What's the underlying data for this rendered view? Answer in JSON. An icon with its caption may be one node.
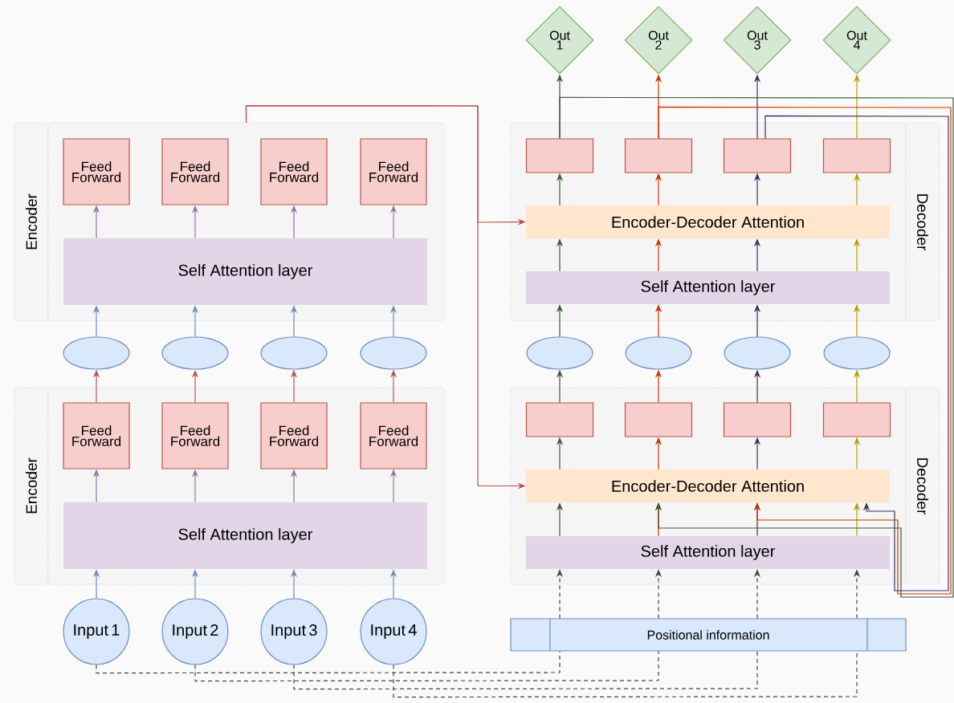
{
  "diagram": {
    "nodes": [
      {
        "text": [
          "Encoder"
        ]
      },
      {
        "text": [],
        "shape": "box"
      },
      {
        "text": [
          "Feed Forward"
        ],
        "in": 1
      },
      {
        "text": [
          "Feed Forward"
        ],
        "in": 1
      },
      {
        "text": [
          "Feed Forward"
        ],
        "in": 1
      },
      {
        "text": [
          "Feed Forward"
        ],
        "in": 1
      },
      {
        "text": [
          "Self Attention layer"
        ],
        "in": 1
      },
      {
        "text": [],
        "shape": "ellipse"
      },
      {
        "text": [],
        "shape": "ellipse"
      },
      {
        "text": [],
        "shape": "ellipse"
      },
      {
        "text": [],
        "shape": "ellipse"
      },
      {
        "text": [
          "Encoder"
        ]
      },
      {
        "text": [],
        "shape": "box"
      },
      {
        "text": [
          "Feed Forward"
        ],
        "in": 12
      },
      {
        "text": [
          "Feed Forward"
        ],
        "in": 12
      },
      {
        "text": [
          "Feed Forward"
        ],
        "in": 12
      },
      {
        "text": [
          "Feed Forward"
        ],
        "in": 12
      },
      {
        "text": [
          "Self Attention layer"
        ],
        "in": 12
      },
      {
        "text": [
          "Input 1"
        ]
      },
      {
        "text": [
          "Input 2"
        ]
      },
      {
        "text": [
          "Input 3"
        ]
      },
      {
        "text": [
          "Input 4"
        ]
      },
      {
        "text": [
          "Out 1"
        ]
      },
      {
        "text": [
          "Out 2"
        ]
      },
      {
        "text": [
          "Out 3"
        ]
      },
      {
        "text": [
          "Out 4"
        ]
      },
      {
        "text": [],
        "shape": "box"
      },
      {
        "text": [
          "Decoder"
        ]
      },
      {
        "text": [],
        "shape": "box",
        "in": 26
      },
      {
        "text": [],
        "shape": "box",
        "in": 26
      },
      {
        "text": [],
        "shape": "box",
        "in": 26
      },
      {
        "text": [],
        "shape": "box",
        "in": 26
      },
      {
        "text": [
          "Encoder-Decoder Attention"
        ],
        "in": 26
      },
      {
        "text": [
          "Self Attention layer"
        ],
        "in": 26
      },
      {
        "text": [],
        "shape": "ellipse"
      },
      {
        "text": [],
        "shape": "ellipse"
      },
      {
        "text": [],
        "shape": "ellipse"
      },
      {
        "text": [],
        "shape": "ellipse"
      },
      {
        "text": [],
        "shape": "box"
      },
      {
        "text": [
          "Decoder"
        ]
      },
      {
        "text": [],
        "shape": "box",
        "in": 38
      },
      {
        "text": [],
        "shape": "box",
        "in": 38
      },
      {
        "text": [],
        "shape": "box",
        "in": 38
      },
      {
        "text": [],
        "shape": "box",
        "in": 38
      },
      {
        "text": [
          "Encoder-Decoder Attention"
        ],
        "in": 38
      },
      {
        "text": [
          "Self Attention layer"
        ],
        "in": 38
      },
      {
        "text": [
          "Positional information"
        ]
      }
    ],
    "edges": [
      {
        "from": 18,
        "to": 17,
        "arrow": "to",
        "color": "#6c8ebf"
      },
      {
        "from": 19,
        "to": 17,
        "arrow": "to",
        "color": "#6c8ebf"
      },
      {
        "from": 20,
        "to": 17,
        "arrow": "to",
        "color": "#6c8ebf"
      },
      {
        "from": 21,
        "to": 17,
        "arrow": "to",
        "color": "#6c8ebf"
      },
      {
        "from": 17,
        "to": 13,
        "arrow": "to",
        "color": "#9673a6"
      },
      {
        "from": 17,
        "to": 14,
        "arrow": "to",
        "color": "#9673a6"
      },
      {
        "from": 17,
        "to": 15,
        "arrow": "to",
        "color": "#9673a6"
      },
      {
        "from": 17,
        "to": 16,
        "arrow": "to",
        "color": "#9673a6"
      },
      {
        "from": 13,
        "to": 7,
        "arrow": "to",
        "color": "#b85450"
      },
      {
        "from": 14,
        "to": 8,
        "arrow": "to",
        "color": "#b85450"
      },
      {
        "from": 15,
        "to": 9,
        "arrow": "to",
        "color": "#b85450"
      },
      {
        "from": 16,
        "to": 10,
        "arrow": "to",
        "color": "#b85450"
      },
      {
        "from": 7,
        "to": 6,
        "arrow": "to",
        "color": "#6c8ebf"
      },
      {
        "from": 8,
        "to": 6,
        "arrow": "to",
        "color": "#6c8ebf"
      },
      {
        "from": 9,
        "to": 6,
        "arrow": "to",
        "color": "#6c8ebf"
      },
      {
        "from": 10,
        "to": 6,
        "arrow": "to",
        "color": "#6c8ebf"
      },
      {
        "from": 6,
        "to": 2,
        "arrow": "to",
        "color": "#9673a6"
      },
      {
        "from": 6,
        "to": 3,
        "arrow": "to",
        "color": "#9673a6"
      },
      {
        "from": 6,
        "to": 4,
        "arrow": "to",
        "color": "#9673a6"
      },
      {
        "from": 6,
        "to": 5,
        "arrow": "to",
        "color": "#9673a6"
      },
      {
        "from": 1,
        "to": 32,
        "arrow": "to",
        "color": "#b85450"
      },
      {
        "from": 1,
        "to": 44,
        "arrow": "to",
        "color": "#b85450"
      },
      {
        "from": 45,
        "to": 44,
        "arrow": "to",
        "color": "#3b5a33"
      },
      {
        "from": 45,
        "to": 44,
        "arrow": "to",
        "color": "#cc3300"
      },
      {
        "from": 45,
        "to": 44,
        "arrow": "to",
        "color": "#432d5c"
      },
      {
        "from": 45,
        "to": 44,
        "arrow": "to",
        "color": "#b89e00"
      },
      {
        "from": 44,
        "to": 40,
        "arrow": "to",
        "color": "#3b5a33"
      },
      {
        "from": 44,
        "to": 41,
        "arrow": "to",
        "color": "#cc3300"
      },
      {
        "from": 44,
        "to": 42,
        "arrow": "to",
        "color": "#432d5c"
      },
      {
        "from": 44,
        "to": 43,
        "arrow": "to",
        "color": "#b89e00"
      },
      {
        "from": 40,
        "to": 34,
        "arrow": "to",
        "color": "#3b5a33"
      },
      {
        "from": 41,
        "to": 35,
        "arrow": "to",
        "color": "#cc3300"
      },
      {
        "from": 42,
        "to": 36,
        "arrow": "to",
        "color": "#432d5c"
      },
      {
        "from": 43,
        "to": 37,
        "arrow": "to",
        "color": "#b89e00"
      },
      {
        "from": 34,
        "to": 33,
        "arrow": "to",
        "color": "#3b5a33"
      },
      {
        "from": 35,
        "to": 33,
        "arrow": "to",
        "color": "#cc3300"
      },
      {
        "from": 36,
        "to": 33,
        "arrow": "to",
        "color": "#432d5c"
      },
      {
        "from": 37,
        "to": 33,
        "arrow": "to",
        "color": "#b89e00"
      },
      {
        "from": 33,
        "to": 32,
        "arrow": "to",
        "color": "#3b5a33"
      },
      {
        "from": 33,
        "to": 32,
        "arrow": "to",
        "color": "#cc3300"
      },
      {
        "from": 33,
        "to": 32,
        "arrow": "to",
        "color": "#432d5c"
      },
      {
        "from": 33,
        "to": 32,
        "arrow": "to",
        "color": "#b89e00"
      },
      {
        "from": 32,
        "to": 28,
        "arrow": "to",
        "color": "#3b5a33"
      },
      {
        "from": 32,
        "to": 29,
        "arrow": "to",
        "color": "#cc3300"
      },
      {
        "from": 32,
        "to": 30,
        "arrow": "to",
        "color": "#432d5c"
      },
      {
        "from": 32,
        "to": 31,
        "arrow": "to",
        "color": "#b89e00"
      },
      {
        "from": 28,
        "to": 22,
        "arrow": "to",
        "color": "#3b5a33"
      },
      {
        "from": 29,
        "to": 23,
        "arrow": "to",
        "color": "#cc3300"
      },
      {
        "from": 30,
        "to": 24,
        "arrow": "to",
        "color": "#432d5c"
      },
      {
        "from": 31,
        "to": 25,
        "arrow": "to",
        "color": "#b89e00"
      },
      {
        "from": 28,
        "to": 44,
        "arrow": "to",
        "color": "#3b5a33"
      },
      {
        "from": 29,
        "to": 44,
        "arrow": "to",
        "color": "#cc3300"
      },
      {
        "from": 30,
        "to": 44,
        "arrow": "to",
        "color": "#432d5c"
      },
      {
        "from": 18,
        "to": 46,
        "arrow": "none",
        "style": "dashed",
        "color": "#444444"
      },
      {
        "from": 19,
        "to": 46,
        "arrow": "none",
        "style": "dashed",
        "color": "#444444"
      },
      {
        "from": 20,
        "to": 46,
        "arrow": "none",
        "style": "dashed",
        "color": "#444444"
      },
      {
        "from": 21,
        "to": 46,
        "arrow": "none",
        "style": "dashed",
        "color": "#444444"
      },
      {
        "from": 46,
        "to": 45,
        "arrow": "to",
        "style": "dashed",
        "color": "#444444"
      },
      {
        "from": 46,
        "to": 45,
        "arrow": "to",
        "style": "dashed",
        "color": "#444444"
      },
      {
        "from": 46,
        "to": 45,
        "arrow": "to",
        "style": "dashed",
        "color": "#444444"
      },
      {
        "from": 46,
        "to": 45,
        "arrow": "to",
        "style": "dashed",
        "color": "#444444"
      }
    ]
  }
}
